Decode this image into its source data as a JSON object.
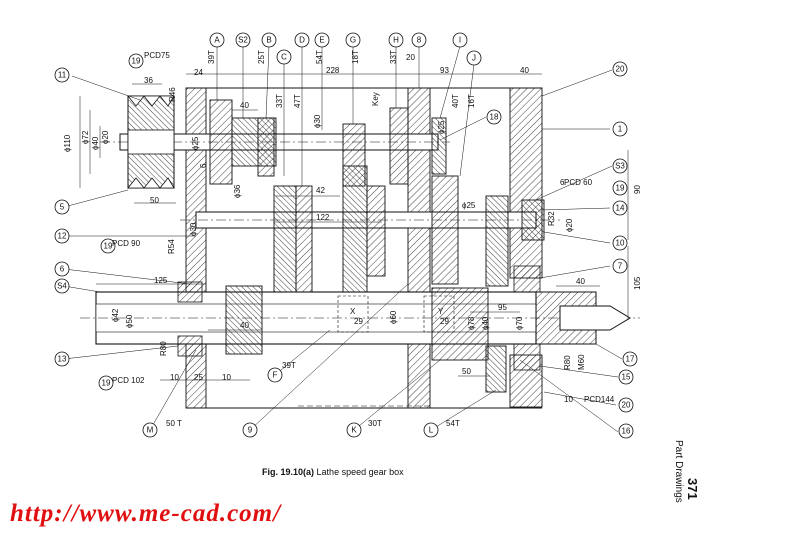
{
  "caption": {
    "fig": "Fig. 19.10(a)",
    "title": "Lathe speed gear box"
  },
  "sidebar": {
    "section": "Part Drawings",
    "page": "371"
  },
  "watermark": "http://www.me-cad.com/",
  "colors": {
    "ink": "#111111",
    "watermark": "#e01010",
    "paper": "#ffffff"
  },
  "callouts": {
    "A": "A",
    "S2": "S2",
    "B": "B",
    "C": "C",
    "D": "D",
    "E": "E",
    "G": "G",
    "H": "H",
    "n8": "8",
    "I": "I",
    "J": "J",
    "n20a": "20",
    "n11": "11",
    "n19a": "19",
    "n1": "1",
    "n18": "18",
    "S3": "S3",
    "n19b": "19",
    "n5": "5",
    "n14": "14",
    "n12": "12",
    "n19c": "19",
    "n10": "10",
    "n6": "6",
    "n7": "7",
    "S4": "S4",
    "n13": "13",
    "n17": "17",
    "n19d": "19",
    "n15": "15",
    "n20b": "20",
    "M": "M",
    "n9": "9",
    "F": "F",
    "K": "K",
    "L": "L",
    "n16": "16"
  },
  "labels": {
    "pcd75": "PCD75",
    "d36": "36",
    "d24": "24",
    "t39": "39T",
    "t25": "25T",
    "t33a": "33T",
    "t47": "47T",
    "t54": "54T",
    "d228": "228",
    "t18": "18T",
    "key": "Key",
    "t33b": "33T",
    "d20a": "20",
    "t40": "40T",
    "t16": "16T",
    "d93": "93",
    "d40a": "40",
    "r46": "R46",
    "d40b": "40",
    "phi30a": "ϕ30",
    "phi110": "ϕ110",
    "phi72": "ϕ72",
    "phi40": "ϕ40",
    "phi20a": "ϕ20",
    "phi25a": "ϕ25",
    "phi25b": "ϕ25",
    "d6a": "6",
    "phi36": "ϕ36",
    "d42a": "42",
    "d50a": "50",
    "pcd60": "PCD 60",
    "d6b": "6",
    "d90": "90",
    "d122": "122",
    "phi25c": "ϕ25",
    "r32": "R32",
    "phi20b": "ϕ20",
    "phi30b": "ϕ30",
    "pcd90": "PCD 90",
    "r54": "R54",
    "d105": "105",
    "d40c": "40",
    "d125": "125",
    "phi42": "ϕ42",
    "phi50": "ϕ50",
    "d40d": "40",
    "phi60": "ϕ60",
    "x": "X",
    "y": "Y",
    "n29a": "29",
    "n29b": "29",
    "phi78": "ϕ78",
    "phi40b": "ϕ40",
    "d95": "95",
    "phi70": "ϕ70",
    "r80a": "R80",
    "t39b": "39T",
    "d10a": "10",
    "d25": "25",
    "d10b": "10",
    "pcd102": "PCD 102",
    "d50b": "50",
    "r80b": "R80",
    "m60": "M60",
    "d10c": "10",
    "pcd144": "PCD144",
    "t50": "50 T",
    "t30": "30T",
    "t54b": "54T"
  }
}
